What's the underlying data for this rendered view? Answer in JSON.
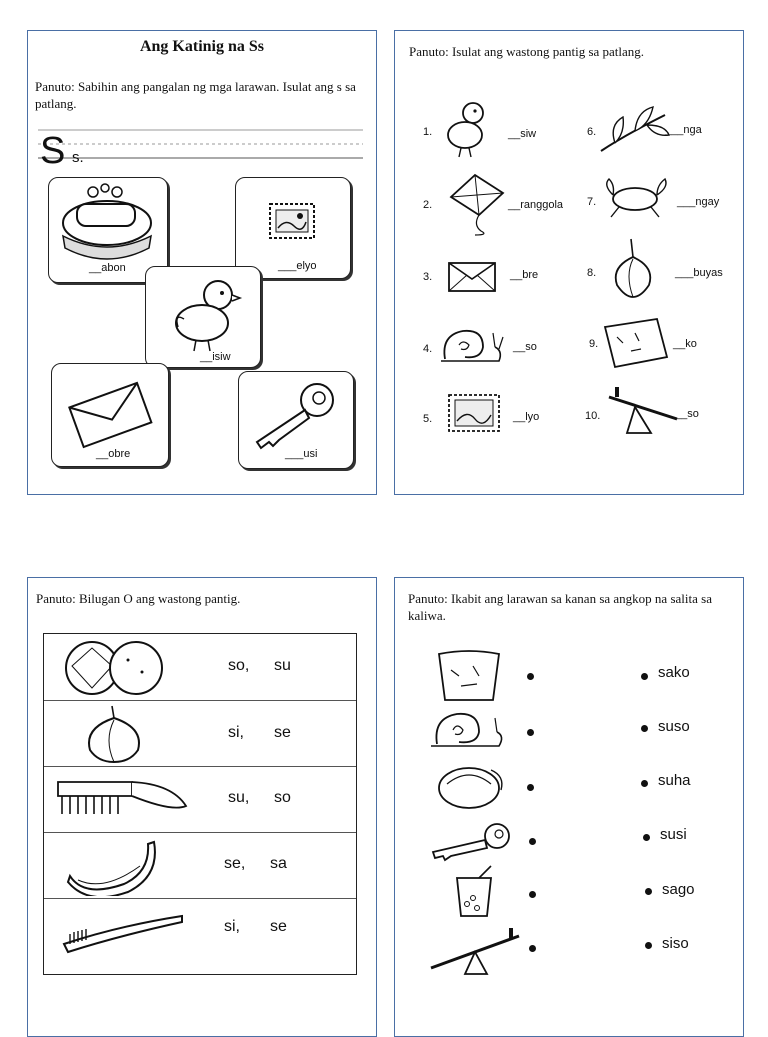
{
  "panel1": {
    "title": "Ang Katinig na Ss",
    "instruction": "Panuto: Sabihin ang pangalan ng mga larawan. Isulat ang s sa patlang.",
    "letter_upper": "S",
    "letter_lower": "s.",
    "cards": [
      {
        "label": "__abon",
        "icon": "soap-icon"
      },
      {
        "label": "___elyo",
        "icon": "stamp-icon"
      },
      {
        "label": "__isiw",
        "icon": "chick-icon"
      },
      {
        "label": "__obre",
        "icon": "envelope-icon"
      },
      {
        "label": "___usi",
        "icon": "key-icon"
      }
    ]
  },
  "panel2": {
    "instruction": "Panuto: Isulat ang wastong pantig sa patlang.",
    "items": [
      {
        "num": "1.",
        "blank": "__siw",
        "icon": "chick-icon"
      },
      {
        "num": "2.",
        "blank": "__ranggola",
        "icon": "kite-icon"
      },
      {
        "num": "3.",
        "blank": "__bre",
        "icon": "envelope-icon"
      },
      {
        "num": "4.",
        "blank": "__so",
        "icon": "snail-icon"
      },
      {
        "num": "5.",
        "blank": "__lyo",
        "icon": "stamp-icon"
      },
      {
        "num": "6.",
        "blank": "___nga",
        "icon": "plant-icon"
      },
      {
        "num": "7.",
        "blank": "___ngay",
        "icon": "crab-icon"
      },
      {
        "num": "8.",
        "blank": "___buyas",
        "icon": "onion-icon"
      },
      {
        "num": "9.",
        "blank": "__ko",
        "icon": "sack-icon"
      },
      {
        "num": "10.",
        "blank": "__so",
        "icon": "seesaw-icon"
      }
    ]
  },
  "panel3": {
    "instruction": "Panuto: Bilugan O ang wastong pantig.",
    "rows": [
      {
        "icon": "pomelo-icon",
        "a": "so,",
        "b": "su"
      },
      {
        "icon": "onion-icon",
        "a": "si,",
        "b": "se"
      },
      {
        "icon": "comb-icon",
        "a": "su,",
        "b": "so"
      },
      {
        "icon": "banana-icon",
        "a": "se,",
        "b": "sa"
      },
      {
        "icon": "toothbrush-icon",
        "a": "si,",
        "b": "se"
      }
    ]
  },
  "panel4": {
    "instruction": "Panuto: Ikabit ang larawan sa kanan sa angkop na salita sa kaliwa.",
    "pictures": [
      "sack-icon",
      "snail-icon",
      "pomelo-icon",
      "key-icon",
      "drink-icon",
      "seesaw-icon"
    ],
    "words": [
      "sako",
      "suso",
      "suha",
      "susi",
      "sago",
      "siso"
    ]
  }
}
